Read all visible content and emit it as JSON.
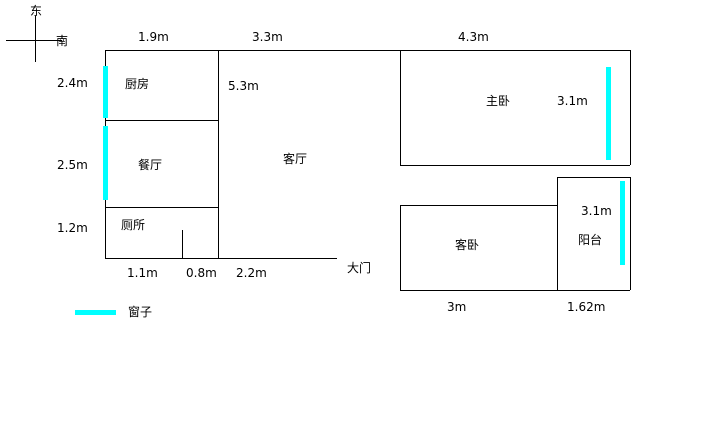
{
  "compass": {
    "east": "东",
    "south": "南"
  },
  "rooms": {
    "kitchen": "厨房",
    "dining": "餐厅",
    "toilet": "厕所",
    "living": "客厅",
    "master": "主卧",
    "guest": "客卧",
    "balcony": "阳台",
    "main_door": "大门"
  },
  "dims": {
    "top_kitchen": "1.9m",
    "top_living": "3.3m",
    "top_master": "4.3m",
    "left_kitchen": "2.4m",
    "left_dining": "2.5m",
    "left_toilet": "1.2m",
    "living_height": "5.3m",
    "master_window": "3.1m",
    "balcony_window": "3.1m",
    "bottom_seg1": "1.1m",
    "bottom_seg2": "0.8m",
    "bottom_seg3": "2.2m",
    "guest_width": "3m",
    "balcony_width": "1.62m"
  },
  "legend": {
    "window_label": "窗子"
  },
  "colors": {
    "wall": "#000000",
    "window": "#00ffff",
    "background": "#ffffff"
  }
}
